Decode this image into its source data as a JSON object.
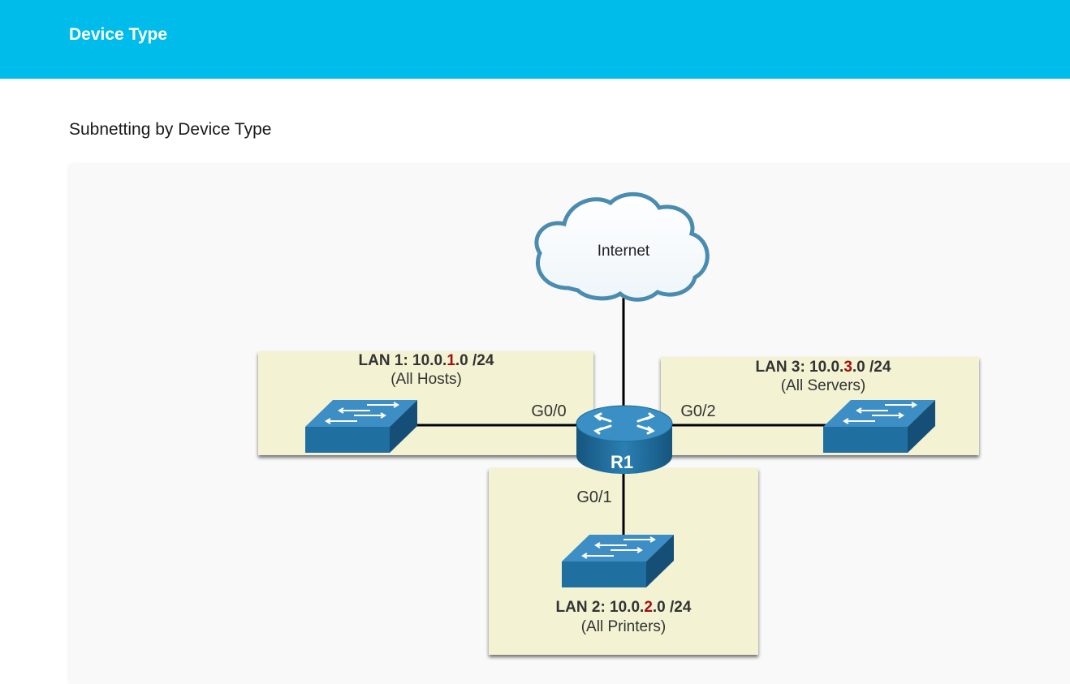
{
  "header": {
    "title": "Device Type"
  },
  "page": {
    "title": "Subnetting by Device Type"
  },
  "diagram": {
    "cloud": {
      "label": "Internet"
    },
    "router": {
      "label": "R1"
    },
    "lans": [
      {
        "name_prefix": "LAN 1: 10.0.",
        "highlight": "1",
        "name_suffix": ".0 /24",
        "description": "(All Hosts)",
        "interface": "G0/0"
      },
      {
        "name_prefix": "LAN 2: 10.0.",
        "highlight": "2",
        "name_suffix": ".0 /24",
        "description": "(All Printers)",
        "interface": "G0/1"
      },
      {
        "name_prefix": "LAN 3: 10.0.",
        "highlight": "3",
        "name_suffix": ".0 /24",
        "description": "(All Servers)",
        "interface": "G0/2"
      }
    ],
    "colors": {
      "header_bg": "#00bceb",
      "lan_box": "#f3f3d3",
      "highlight": "#a01010",
      "device_blue": "#1f6fa0"
    }
  }
}
